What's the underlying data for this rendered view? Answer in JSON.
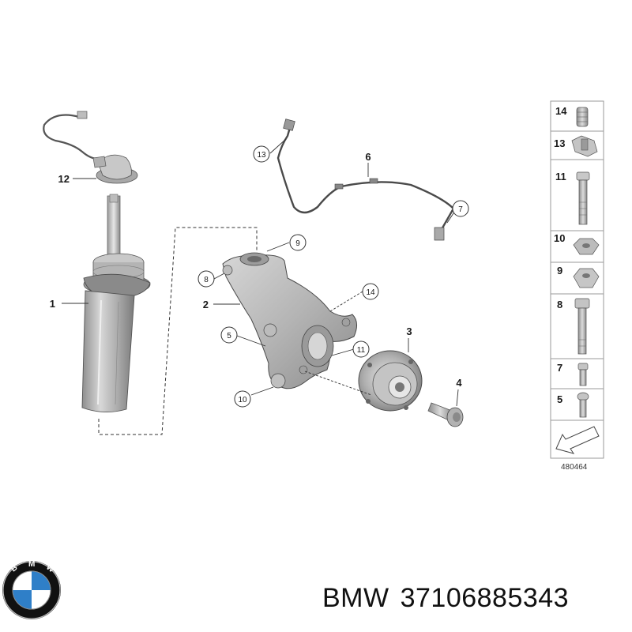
{
  "diagram": {
    "callouts": {
      "c1": "1",
      "c2": "2",
      "c3": "3",
      "c4": "4",
      "c5": "5",
      "c6": "6",
      "c7": "7",
      "c8": "8",
      "c9": "9",
      "c10": "10",
      "c11": "11",
      "c12": "12",
      "c13": "13",
      "c14": "14"
    },
    "legend": [
      "14",
      "13",
      "11",
      "10",
      "9",
      "8",
      "7",
      "5"
    ],
    "diagram_code": "480464"
  },
  "brand": {
    "logo_letters": "BMW",
    "logo_colors": {
      "ring": "#111111",
      "blue": "#2f7fc8",
      "white": "#ffffff"
    }
  },
  "caption": {
    "brand": "BMW",
    "part_number": "37106885343"
  }
}
